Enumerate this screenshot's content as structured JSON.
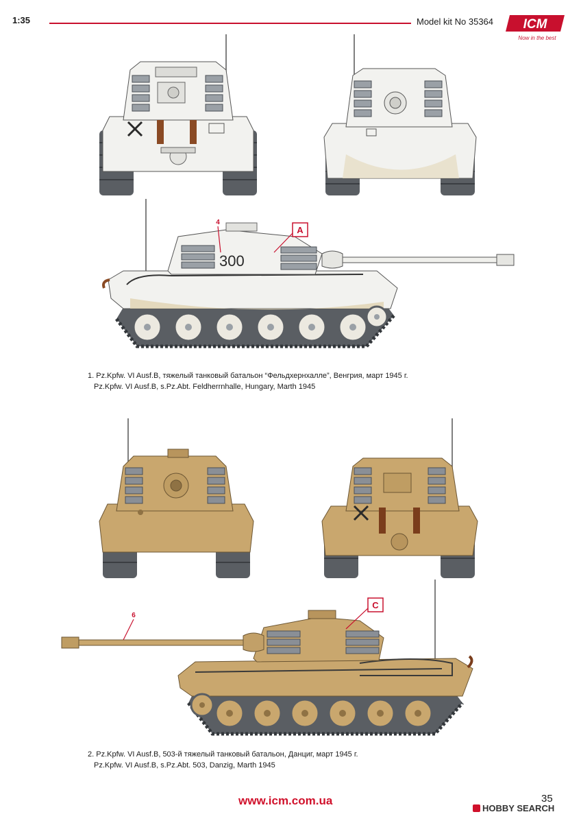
{
  "header": {
    "scale": "1:35",
    "kit": "Model kit No 35364",
    "logo_text": "ICM",
    "logo_tagline": "Now in the best"
  },
  "scheme1": {
    "marker_number": "4",
    "turret_number": "300",
    "letter": "A",
    "caption_ru": "1. Pz.Kpfw. VI Ausf.B, тяжелый танковый батальон “Фельдхернхалле”, Венгрия, март 1945 г.",
    "caption_en": "Pz.Kpfw. VI Ausf.B, s.Pz.Abt. Feldherrnhalle, Hungary, Marth 1945"
  },
  "scheme2": {
    "marker_number": "6",
    "letter": "C",
    "caption_ru": "2. Pz.Kpfw. VI Ausf.B, 503-й тяжелый танковый батальон, Данциг, март 1945 г.",
    "caption_en": "Pz.Kpfw. VI Ausf.B, s.Pz.Abt. 503, Danzig, Marth 1945"
  },
  "footer": {
    "website": "www.icm.com.ua",
    "page": "35",
    "watermark": "HOBBY SEARCH"
  },
  "colors": {
    "accent_red": "#c8102e",
    "winter_white": "#f2f2ef",
    "dunkelgelb": "#c9a76e",
    "track": "#5a5e63"
  }
}
